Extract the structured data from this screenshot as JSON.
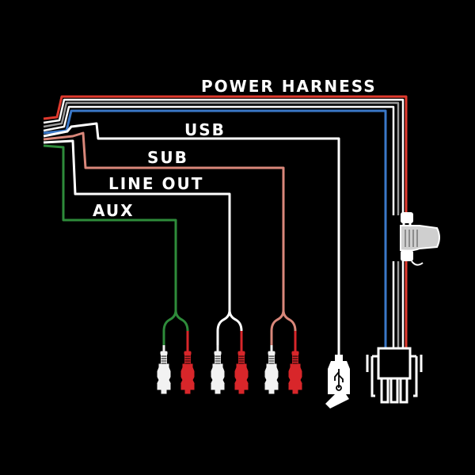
{
  "labels": {
    "power_harness": "POWER HARNESS",
    "usb": "USB",
    "sub": "SUB",
    "line_out": "LINE OUT",
    "aux": "AUX"
  },
  "colors": {
    "background": "#000000",
    "aux_wire": "#2e8b3a",
    "line_out_wire": "#ffffff",
    "sub_wire": "#d9877a",
    "usb_wire": "#ffffff",
    "power_red": "#e03a2e",
    "power_blue": "#3a78c8",
    "rca_red": "#d8262a",
    "rca_white": "#f2f2f2"
  },
  "icons": {
    "rca_pairs": "rca-plug-pair-icon",
    "usb": "usb-plug-icon",
    "harness": "power-harness-connector-icon",
    "fuse": "inline-fuse-icon"
  }
}
